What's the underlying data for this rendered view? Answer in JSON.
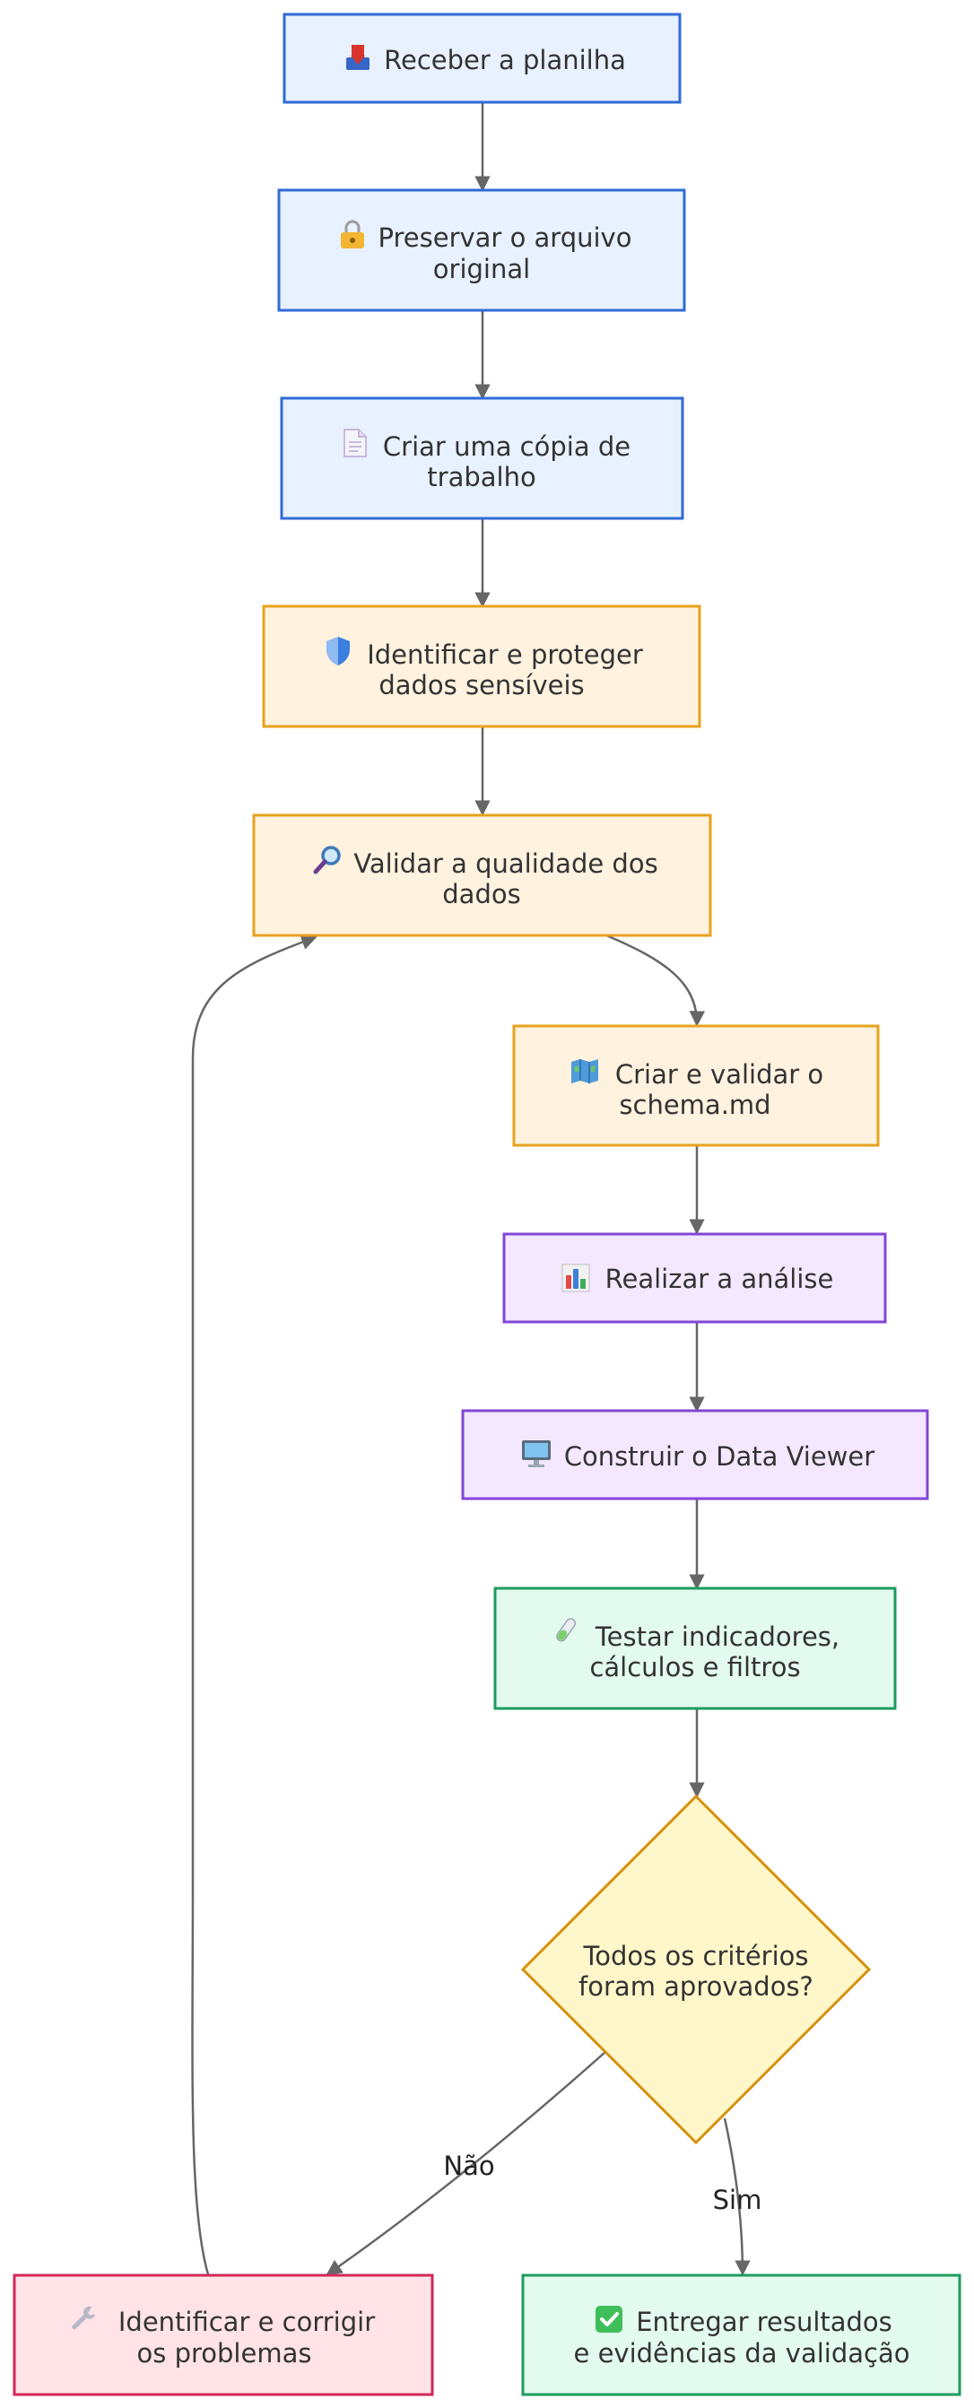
{
  "colors": {
    "blue_fill": "#e8f1ff",
    "blue_stroke": "#2f6bd6",
    "orange_fill": "#fff2df",
    "orange_stroke": "#e8a21e",
    "purple_fill": "#f3e8ff",
    "purple_stroke": "#8246d6",
    "green_fill": "#e3fbee",
    "green_stroke": "#1d9b5e",
    "yellow_fill": "#fff7c9",
    "yellow_stroke": "#d4920f",
    "red_fill": "#ffe3e6",
    "red_stroke": "#d2275a",
    "edge": "#666666"
  },
  "nodes": {
    "receber": {
      "icon": "inbox-tray-icon",
      "line1": "Receber a planilha",
      "line2": ""
    },
    "preservar": {
      "icon": "lock-icon",
      "line1": "Preservar o arquivo",
      "line2": "original"
    },
    "copia": {
      "icon": "document-icon",
      "line1": "Criar uma cópia de",
      "line2": "trabalho"
    },
    "proteger": {
      "icon": "shield-icon",
      "line1": "Identificar e proteger",
      "line2": "dados sensíveis"
    },
    "validar": {
      "icon": "magnifier-icon",
      "line1": "Validar a qualidade dos",
      "line2": "dados"
    },
    "schema": {
      "icon": "map-icon",
      "line1": "Criar e validar o",
      "line2": "schema.md"
    },
    "analise": {
      "icon": "bar-chart-icon",
      "line1": "Realizar a análise",
      "line2": ""
    },
    "viewer": {
      "icon": "monitor-icon",
      "line1": "Construir o Data Viewer",
      "line2": ""
    },
    "testar": {
      "icon": "test-tube-icon",
      "line1": "Testar indicadores,",
      "line2": "cálculos e filtros"
    },
    "decisao": {
      "line1": "Todos os critérios",
      "line2": "foram aprovados?"
    },
    "corrigir": {
      "icon": "wrench-icon",
      "line1": "Identificar e corrigir",
      "line2": "os problemas"
    },
    "entregar": {
      "icon": "check-mark-icon",
      "line1": "Entregar resultados",
      "line2": "e evidências da validação"
    }
  },
  "edges": {
    "nao_label": "Não",
    "sim_label": "Sim"
  }
}
